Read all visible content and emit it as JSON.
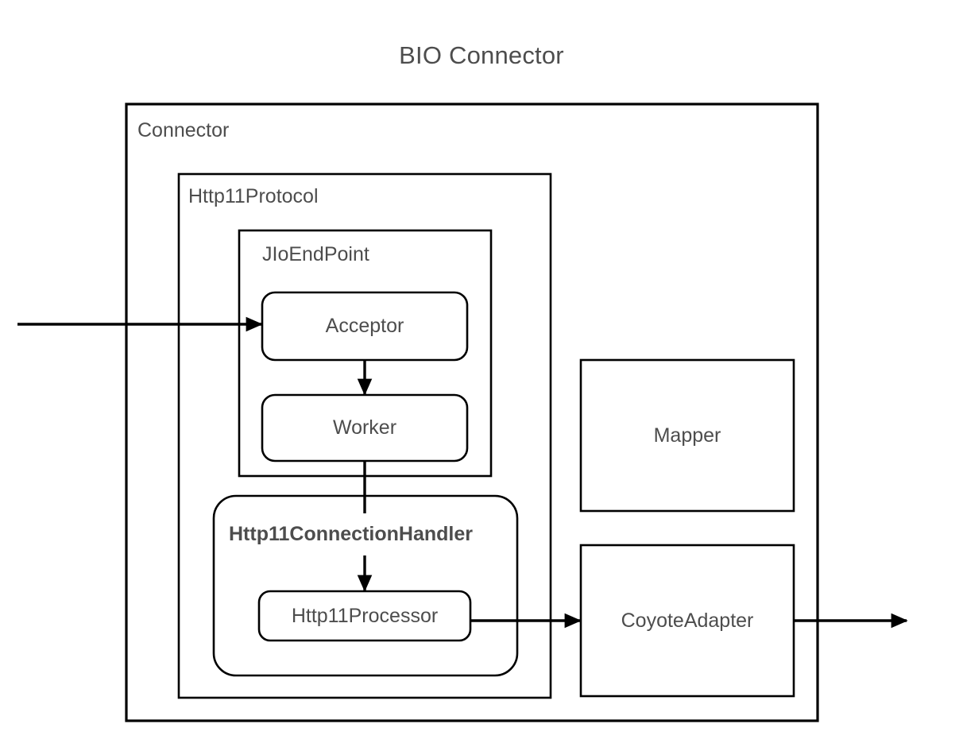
{
  "diagram": {
    "title": "BIO Connector",
    "colors": {
      "stroke": "#000000",
      "text": "#4d4d4d",
      "background": "#ffffff"
    },
    "containers": [
      {
        "id": "connector",
        "label": "Connector",
        "shape": "rect"
      },
      {
        "id": "http11protocol",
        "label": "Http11Protocol",
        "shape": "rect"
      },
      {
        "id": "jioendpoint",
        "label": "JIoEndPoint",
        "shape": "rect"
      },
      {
        "id": "http11connectionhandler",
        "label": "Http11ConnectionHandler",
        "shape": "rounded-rect",
        "bold": true
      }
    ],
    "nodes": [
      {
        "id": "acceptor",
        "label": "Acceptor",
        "shape": "rounded-rect"
      },
      {
        "id": "worker",
        "label": "Worker",
        "shape": "rounded-rect"
      },
      {
        "id": "http11processor",
        "label": "Http11Processor",
        "shape": "rounded-rect"
      },
      {
        "id": "mapper",
        "label": "Mapper",
        "shape": "rect"
      },
      {
        "id": "coyoteadapter",
        "label": "CoyoteAdapter",
        "shape": "rect"
      }
    ],
    "edges": [
      {
        "id": "edge-inbound-acceptor",
        "from": "external-request",
        "to": "acceptor",
        "arrowhead": true
      },
      {
        "id": "edge-acceptor-worker",
        "from": "acceptor",
        "to": "worker",
        "arrowhead": true
      },
      {
        "id": "edge-worker-handler",
        "from": "worker",
        "to": "http11connectionhandler",
        "arrowhead": false
      },
      {
        "id": "edge-handler-processor",
        "from": "http11connectionhandler",
        "to": "http11processor",
        "arrowhead": true
      },
      {
        "id": "edge-processor-adapter",
        "from": "http11processor",
        "to": "coyoteadapter",
        "arrowhead": true
      },
      {
        "id": "edge-adapter-outbound",
        "from": "coyoteadapter",
        "to": "external-container",
        "arrowhead": true
      }
    ]
  }
}
